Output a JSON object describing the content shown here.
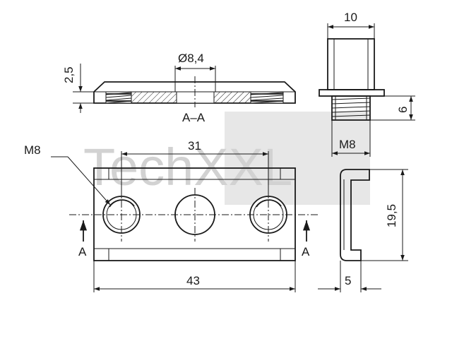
{
  "watermark": {
    "text": "TechXXL",
    "color": "#d0d0d0"
  },
  "section_label": "A–A",
  "dimensions": {
    "plate_thickness": "2,5",
    "hole_diameter": "Ø8,4",
    "width_top": "10",
    "thread_height": "6",
    "thread_size": "M8",
    "thread_callout": "M8",
    "hole_spacing": "31",
    "plate_length": "43",
    "plate_height": "19,5",
    "side_width": "5"
  },
  "section_arrows": {
    "left_label": "A",
    "right_label": "A"
  },
  "colors": {
    "line": "#1a1a1a",
    "hatch": "#1a1a1a",
    "background": "#ffffff"
  }
}
